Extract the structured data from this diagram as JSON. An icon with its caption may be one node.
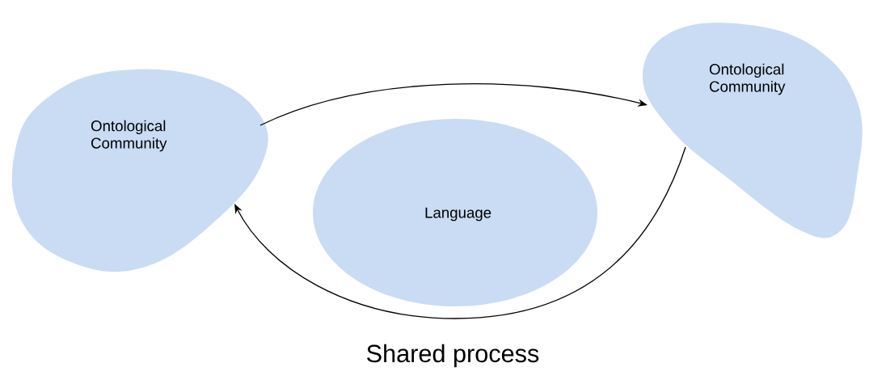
{
  "diagram": {
    "caption": "Shared process",
    "nodes": [
      {
        "text": [
          "Ontological Community"
        ]
      },
      {
        "text": [
          "Language"
        ]
      },
      {
        "text": [
          "Ontological Community"
        ]
      }
    ],
    "edges": [
      {
        "from": 0,
        "to": 2,
        "arrow": "to"
      },
      {
        "from": 2,
        "to": 0,
        "arrow": "to"
      }
    ]
  }
}
